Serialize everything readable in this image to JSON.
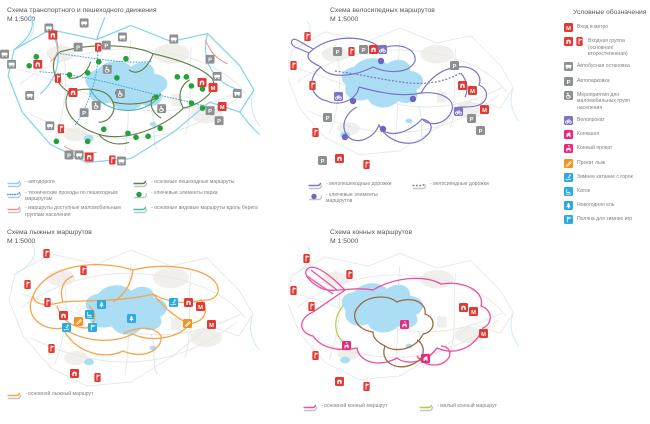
{
  "icons": {
    "metro_glyph": "M",
    "parking_glyph": "P"
  },
  "panels": [
    {
      "title": "Схема транспортного и пешеходного движения",
      "scale": "М 1:5000",
      "legend": [
        {
          "label": "- автодороги",
          "color": "#85d2f2",
          "style": "solid"
        },
        {
          "label": "- технические проезды по пешеходным маршрутам",
          "color": "#3aa5d9",
          "style": "dotted"
        },
        {
          "label": "- маршруты доступные маломобильным группам населения",
          "color": "#f4948e",
          "style": "solid"
        },
        {
          "label": "- основные пешеходные маршруты",
          "color": "#5e7e44",
          "style": "solid"
        },
        {
          "label": "- ключевые элементы парка",
          "color": "#22a23e",
          "style": "dot"
        },
        {
          "label": "- основные видовые маршруты вдоль берега",
          "color": "#45b8a5",
          "style": "solid"
        }
      ]
    },
    {
      "title": "Схема велосипедных маршрутов",
      "scale": "М 1:5000",
      "legend": [
        {
          "label": "- велопешеходные дорожки",
          "color": "#7d74c5",
          "style": "solid"
        },
        {
          "label": "- велосипедные дорожки",
          "color": "#7d74c5",
          "style": "dashed"
        },
        {
          "label": "- ключевые элементы маршрутов",
          "color": "#6f66bd",
          "style": "dot"
        }
      ]
    },
    {
      "title": "Схема лыжных маршрутов",
      "scale": "М 1:5000",
      "legend": [
        {
          "label": "- основной лыжный маршрут",
          "color": "#f7a44a",
          "style": "solid"
        }
      ]
    },
    {
      "title": "Схема конных маршрутов",
      "scale": "М 1:5000",
      "legend": [
        {
          "label": "- основной конный маршрут",
          "color": "#f0509f",
          "style": "solid"
        },
        {
          "label": "- малый конный маршрут",
          "color": "#b5cc4a",
          "style": "solid"
        }
      ]
    }
  ],
  "sidebar": {
    "title": "Условные обозначения",
    "items": [
      {
        "icon": "metro-icon",
        "color": "#e23a32",
        "label": "Вход в метро"
      },
      {
        "icon": "entrance-icons",
        "color": "#e23a32",
        "label": "Входная группа (основная/второстепенная)"
      },
      {
        "icon": "bus-stop-icon",
        "color": "#8d9091",
        "label": "Автобусная остановка"
      },
      {
        "icon": "parking-icon",
        "color": "#8d9091",
        "label": "Автопарковка"
      },
      {
        "icon": "accessibility-icon",
        "color": "#8d9091",
        "label": "Мероприятия для маломобильных групп населения"
      },
      {
        "icon": "bike-rental-icon",
        "color": "#7d74c5",
        "label": "Велопрокат"
      },
      {
        "icon": "stable-icon",
        "color": "#ec2a7c",
        "label": "Конюшня"
      },
      {
        "icon": "horse-rental-icon",
        "color": "#ec2a7c",
        "label": "Конный прокат"
      },
      {
        "icon": "ski-rental-icon",
        "color": "#f6921e",
        "label": "Прокат лыж"
      },
      {
        "icon": "winter-sledding-icon",
        "color": "#29abe2",
        "label": "Зимнее катание с горок"
      },
      {
        "icon": "ice-rink-icon",
        "color": "#29abe2",
        "label": "Каток"
      },
      {
        "icon": "new-year-tree-icon",
        "color": "#29abe2",
        "label": "Новогодняя ель"
      },
      {
        "icon": "winter-games-icon",
        "color": "#29abe2",
        "label": "Поляна для зимних игр"
      }
    ]
  }
}
